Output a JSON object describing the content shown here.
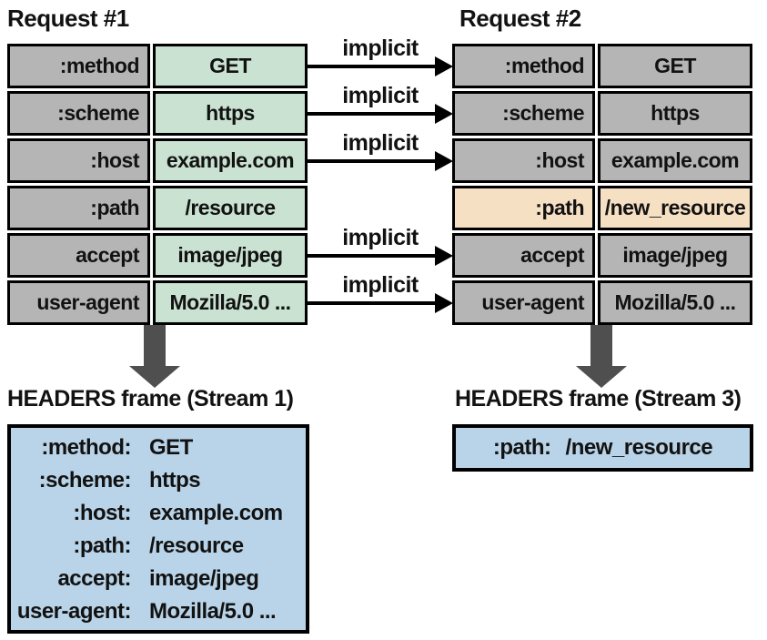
{
  "figure": {
    "request1": {
      "title": "Request #1",
      "rows": [
        {
          "key": ":method",
          "value": "GET"
        },
        {
          "key": ":scheme",
          "value": "https"
        },
        {
          "key": ":host",
          "value": "example.com"
        },
        {
          "key": ":path",
          "value": "/resource"
        },
        {
          "key": "accept",
          "value": "image/jpeg"
        },
        {
          "key": "user-agent",
          "value": "Mozilla/5.0 ..."
        }
      ]
    },
    "request2": {
      "title": "Request #2",
      "rows": [
        {
          "key": ":method",
          "value": "GET",
          "highlighted": false
        },
        {
          "key": ":scheme",
          "value": "https",
          "highlighted": false
        },
        {
          "key": ":host",
          "value": "example.com",
          "highlighted": false
        },
        {
          "key": ":path",
          "value": "/new_resource",
          "highlighted": true
        },
        {
          "key": "accept",
          "value": "image/jpeg",
          "highlighted": false
        },
        {
          "key": "user-agent",
          "value": "Mozilla/5.0 ...",
          "highlighted": false
        }
      ]
    },
    "arrows": {
      "labels": [
        "implicit",
        "implicit",
        "implicit",
        "implicit",
        "implicit"
      ]
    },
    "frame1": {
      "title": "HEADERS frame (Stream 1)",
      "lines": [
        {
          "key": ":method:",
          "value": "GET"
        },
        {
          "key": ":scheme:",
          "value": "https"
        },
        {
          "key": ":host:",
          "value": "example.com"
        },
        {
          "key": ":path:",
          "value": "/resource"
        },
        {
          "key": "accept:",
          "value": "image/jpeg"
        },
        {
          "key": "user-agent:",
          "value": "Mozilla/5.0 ..."
        }
      ]
    },
    "frame2": {
      "title": "HEADERS frame (Stream 3)",
      "lines": [
        {
          "key": ":path:",
          "value": "/new_resource"
        }
      ]
    },
    "palette": {
      "cell_gray": "#b5b5b5",
      "cell_green": "#c9e2d1",
      "cell_highlight_tan": "#f6e0c3",
      "frame_blue": "#b9d4e8",
      "down_arrow_gray": "#4f4f4f",
      "border_black": "#000000"
    }
  }
}
